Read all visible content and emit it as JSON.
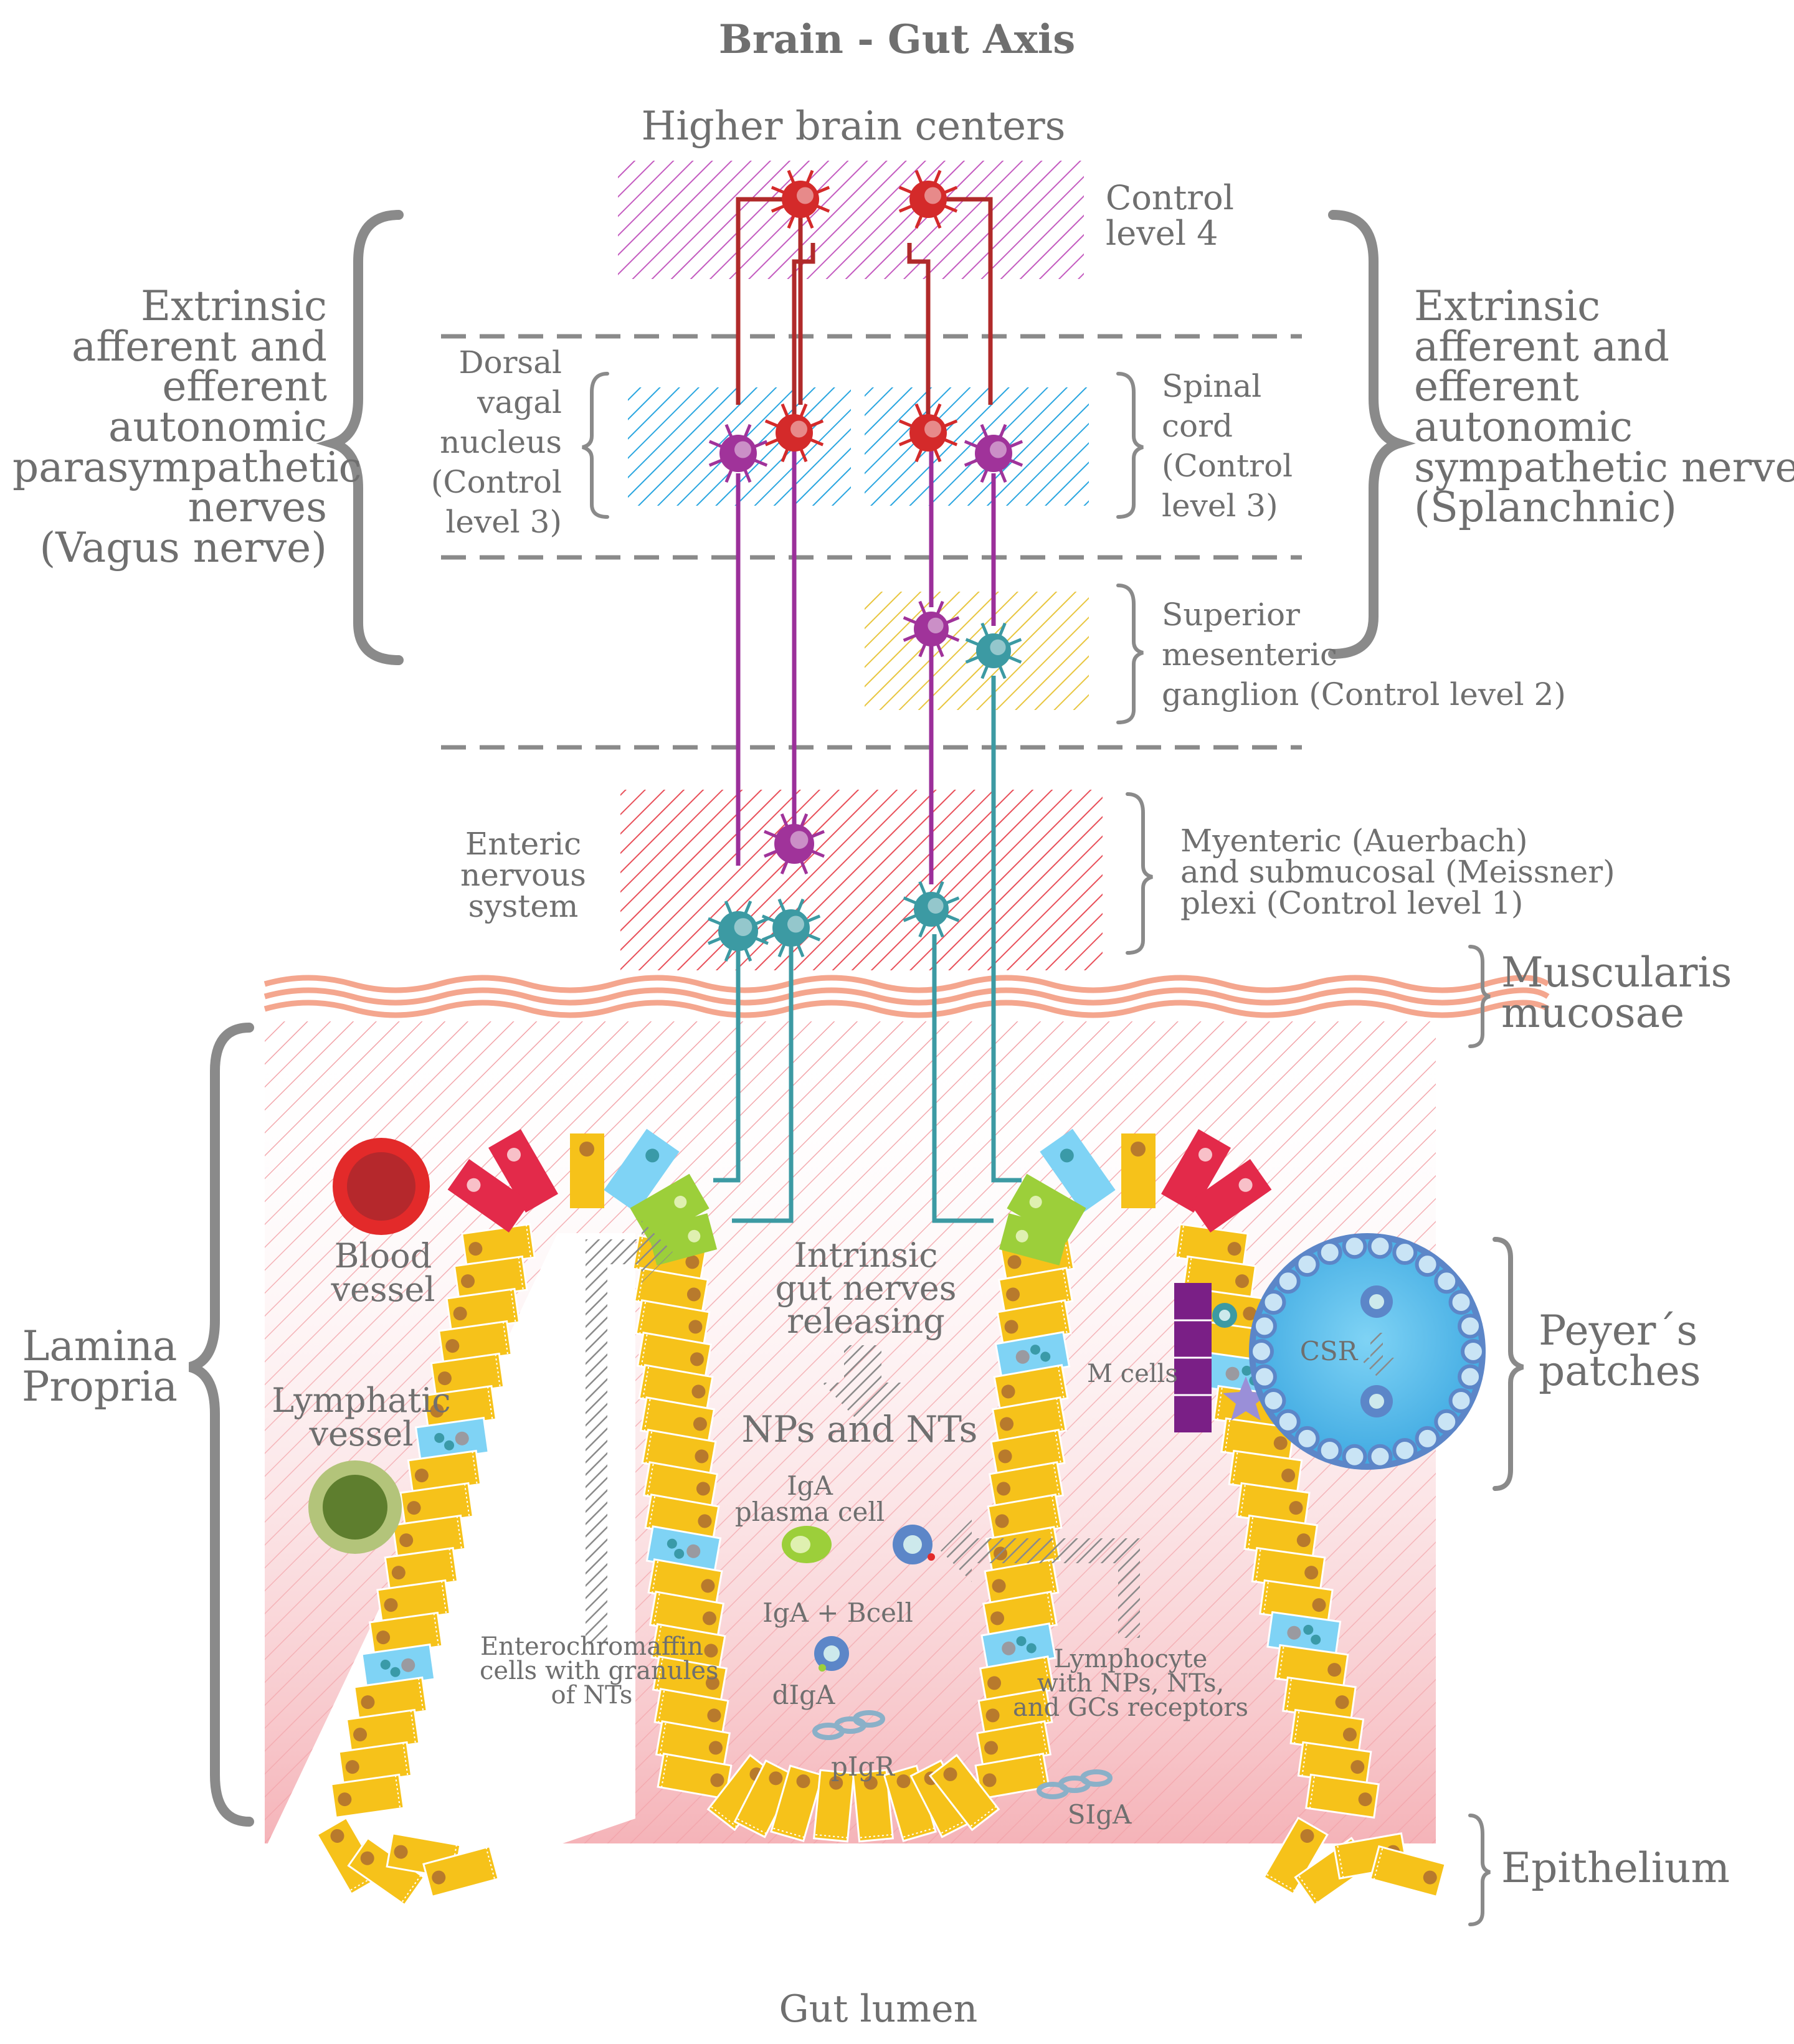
{
  "title": "Brain - Gut Axis",
  "labels": {
    "higher_brain": "Higher brain centers",
    "control4": [
      "Control",
      "level 4"
    ],
    "left_extrinsic": [
      "Extrinsic",
      "afferent and",
      "efferent",
      "autonomic",
      "parasympathetic",
      "nerves",
      "(Vagus nerve)"
    ],
    "right_extrinsic": [
      "Extrinsic",
      "afferent and",
      "efferent",
      "autonomic",
      "sympathetic nerves",
      "(Splanchnic)"
    ],
    "dorsal_vagal": [
      "Dorsal",
      "vagal",
      "nucleus",
      "(Control",
      "level 3)"
    ],
    "spinal_cord": [
      "Spinal",
      "cord",
      "(Control",
      "level 3)"
    ],
    "superior_mesenteric": [
      "Superior",
      "mesenteric",
      "ganglion (Control level 2)"
    ],
    "enteric": [
      "Enteric",
      "nervous",
      "system"
    ],
    "plexi": [
      "Myenteric (Auerbach)",
      "and submucosal (Meissner)",
      "plexi (Control level 1)"
    ],
    "muscularis": [
      "Muscularis",
      "mucosae"
    ],
    "blood_vessel": [
      "Blood",
      "vessel"
    ],
    "lymphatic_vessel": [
      "Lymphatic",
      "vessel"
    ],
    "lamina_propria": [
      "Lamina",
      "Propria"
    ],
    "intrinsic": [
      "Intrinsic",
      "gut nerves",
      "releasing"
    ],
    "nps_nts": "NPs and NTs",
    "iga_plasma": [
      "IgA",
      "plasma cell"
    ],
    "iga_bcell": "IgA + Bcell",
    "enterochromaffin": [
      "Enterochromaffin",
      "cells with granules",
      "of NTs"
    ],
    "dIgA": "dIgA",
    "pIgR": "pIgR",
    "SIgA": "SIgA",
    "lymphocyte": [
      "Lymphocyte",
      "with NPs, NTs,",
      "and GCs receptors"
    ],
    "m_cells": "M cells",
    "csr": "CSR",
    "peyers": [
      "Peyer´s",
      "patches"
    ],
    "epithelium": "Epithelium",
    "gut_lumen": "Gut lumen"
  },
  "colors": {
    "text": "#6f6f6f",
    "brace": "#8a8a8a",
    "red_neuron": "#d42a2a",
    "purple_neuron": "#a0339a",
    "teal_neuron": "#3c9aa3",
    "red_line": "#b02a2a",
    "purple_line": "#9b2f9a",
    "teal_line": "#3c9aa3",
    "control4_hatch": "#c45cc0",
    "level3_hatch": "#2aa6e0",
    "level2_hatch": "#e8c640",
    "level1_hatch": "#e8505a",
    "muscularis": "#f4a68e",
    "lamina_hatch": "#f2a0a6",
    "epithelium": "#f6c21a",
    "nucleus": "#b87a2c",
    "blood": "#e32a2a",
    "lymph": "#6e8c3a",
    "peyers": "#5c86c8"
  }
}
